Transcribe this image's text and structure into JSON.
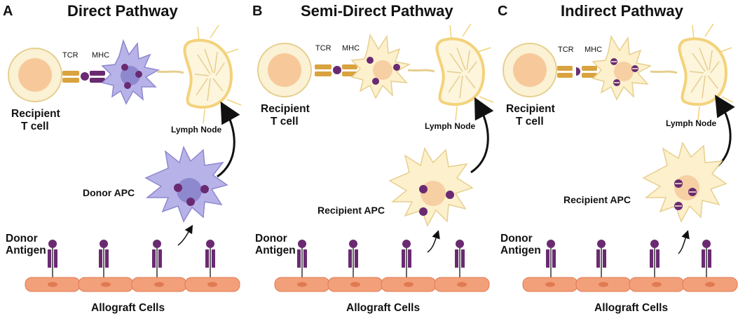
{
  "colors": {
    "tcell_outer": "#fbf1d4",
    "tcell_inner": "#f7c99a",
    "donor_apc": "#b7b3e8",
    "donor_apc_nucleus": "#8e88cf",
    "recipient_apc": "#fdf0cc",
    "recipient_apc_nucleus": "#f6cfa3",
    "antigen_purple": "#6a2a72",
    "receptor_gold": "#d9a340",
    "allograft": "#f2a07a",
    "allograft_edge": "#e07a52",
    "lymph_node": "#f3d27a"
  },
  "panels": [
    {
      "letter": "A",
      "title": "Direct Pathway",
      "tcell_label_1": "Recipient",
      "tcell_label_2": "T cell",
      "tcr_label": "TCR",
      "mhc_label": "MHC",
      "lymph_label": "Lymph Node",
      "apc_label": "Donor APC",
      "antigen_label_1": "Donor",
      "antigen_label_2": "Antigen",
      "allograft_label": "Allograft Cells"
    },
    {
      "letter": "B",
      "title": "Semi-Direct Pathway",
      "tcell_label_1": "Recipient",
      "tcell_label_2": "T cell",
      "tcr_label": "TCR",
      "mhc_label": "MHC",
      "lymph_label": "Lymph Node",
      "apc_label": "Recipient APC",
      "antigen_label_1": "Donor",
      "antigen_label_2": "Antigen",
      "allograft_label": "Allograft Cells"
    },
    {
      "letter": "C",
      "title": "Indirect Pathway",
      "tcell_label_1": "Recipient",
      "tcell_label_2": "T cell",
      "tcr_label": "TCR",
      "mhc_label": "MHC",
      "lymph_label": "Lymph Node",
      "apc_label": "Recipient APC",
      "antigen_label_1": "Donor",
      "antigen_label_2": "Antigen",
      "allograft_label": "Allograft Cells"
    }
  ]
}
